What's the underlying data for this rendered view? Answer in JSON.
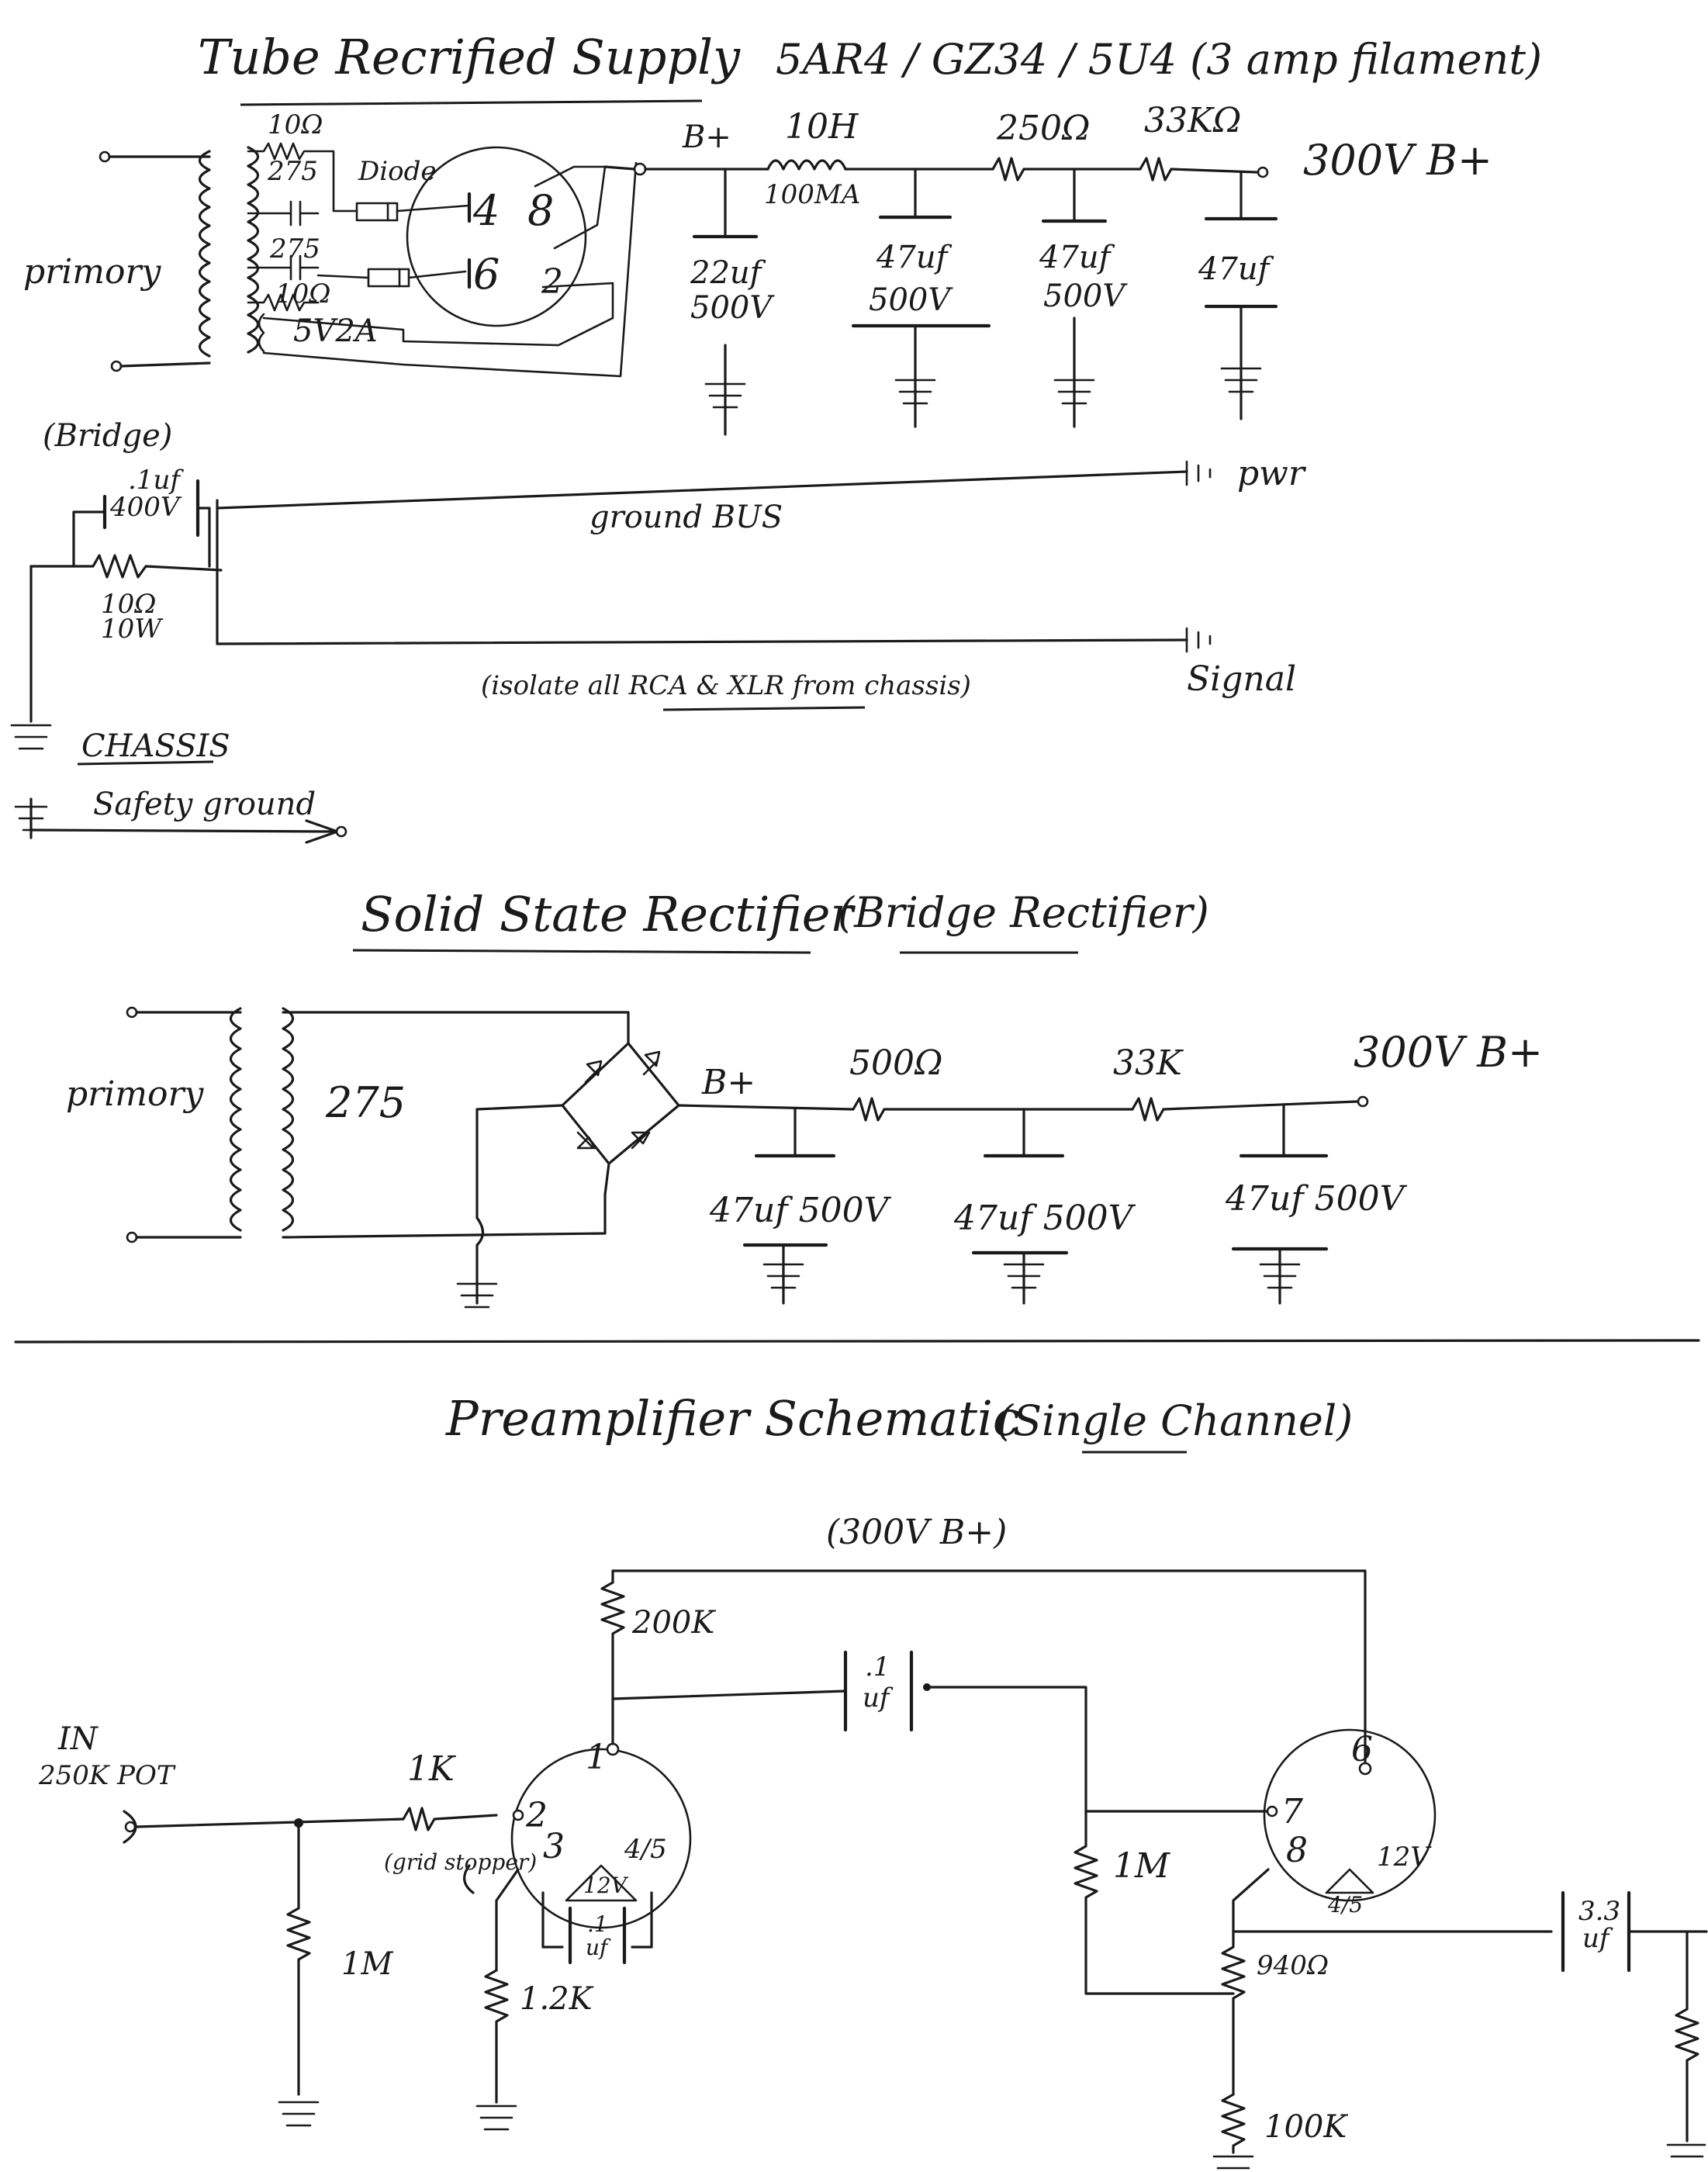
{
  "tube_supply": {
    "title": "Tube Recrified Supply",
    "tube_types": "5AR4 / GZ34 / 5U4 (3 amp filament)",
    "primary_label": "primory",
    "r1_label": "10Ω",
    "sec1_label": "275",
    "diode_label": "Diode",
    "sec2_label": "275",
    "r2_label": "10Ω",
    "fil_label": "5V2A",
    "pin_8": "8",
    "pin_4": "4",
    "pin_6": "6",
    "pin_2": "2",
    "bplus": "B+",
    "choke_label": "10H",
    "choke_current": "100MA",
    "r250": "250Ω",
    "r33k": "33KΩ",
    "out": "300V B+",
    "c1_val": "22uf",
    "c1_volt": "500V",
    "c2_val": "47uf",
    "c2_volt": "500V",
    "c3_val": "47uf",
    "c3_volt": "500V",
    "c4_val": "47uf"
  },
  "grounding": {
    "bridge_label": "(Bridge)",
    "cap_val": ".1uf",
    "cap_volt": "400V",
    "res_val": "10Ω",
    "res_watt": "10W",
    "bus_label": "ground BUS",
    "pwr_label": "pwr",
    "isolate_note": "(isolate all RCA & XLR from chassis)",
    "signal_label": "Signal",
    "chassis_label": "CHASSIS",
    "safety_label": "Safety ground"
  },
  "ss_supply": {
    "title": "Solid State Rectifier",
    "subtitle": "(Bridge Rectifier)",
    "primary_label": "primory",
    "sec_label": "275",
    "bplus": "B+",
    "r500": "500Ω",
    "r33k": "33K",
    "out": "300V B+",
    "c1": "47uf 500V",
    "c2": "47uf 500V",
    "c3": "47uf 500V"
  },
  "preamp": {
    "title": "Preamplifier Schematic",
    "subtitle": "(Single Channel)",
    "bplus_label": "(300V B+)",
    "r_plate": "200K",
    "coupling_cap_val": ".1",
    "coupling_cap_unit": "uf",
    "in_label": "IN",
    "pot_label": "250K POT",
    "r_grid": "1K",
    "grid_note": "(grid stopper)",
    "r_in": "1M",
    "pin1": "1",
    "pin2": "2",
    "pin3": "3",
    "pin45": "4/5",
    "heater1": "12V",
    "bypass_val": ".1",
    "bypass_unit": "uf",
    "r_cathode": "1.2K",
    "r_grid2": "1M",
    "pin6": "6",
    "pin7": "7",
    "pin8": "8",
    "pin45b": "4/5",
    "heater2": "12V",
    "out_cap_val": "3.3",
    "out_cap_unit": "uf",
    "r_cathode2": "940Ω",
    "r_tail": "100K"
  }
}
